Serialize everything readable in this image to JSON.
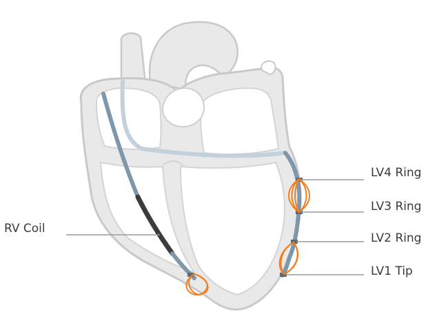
{
  "diagram": {
    "labels": {
      "rv_coil": "RV Coil",
      "lv4_ring": "LV4 Ring",
      "lv3_ring": "LV3 Ring",
      "lv2_ring": "LV2 Ring",
      "lv1_tip": "LV1 Tip"
    },
    "colors": {
      "heart_fill": "#e9e9ea",
      "heart_stroke": "#c9c9cb",
      "lead_blue": "#7e97aa",
      "lead_light": "#c3d1dc",
      "coil_dark": "#3c3c3e",
      "electrode_orange": "#f07f22",
      "leader_line": "#9a9a9a"
    }
  }
}
